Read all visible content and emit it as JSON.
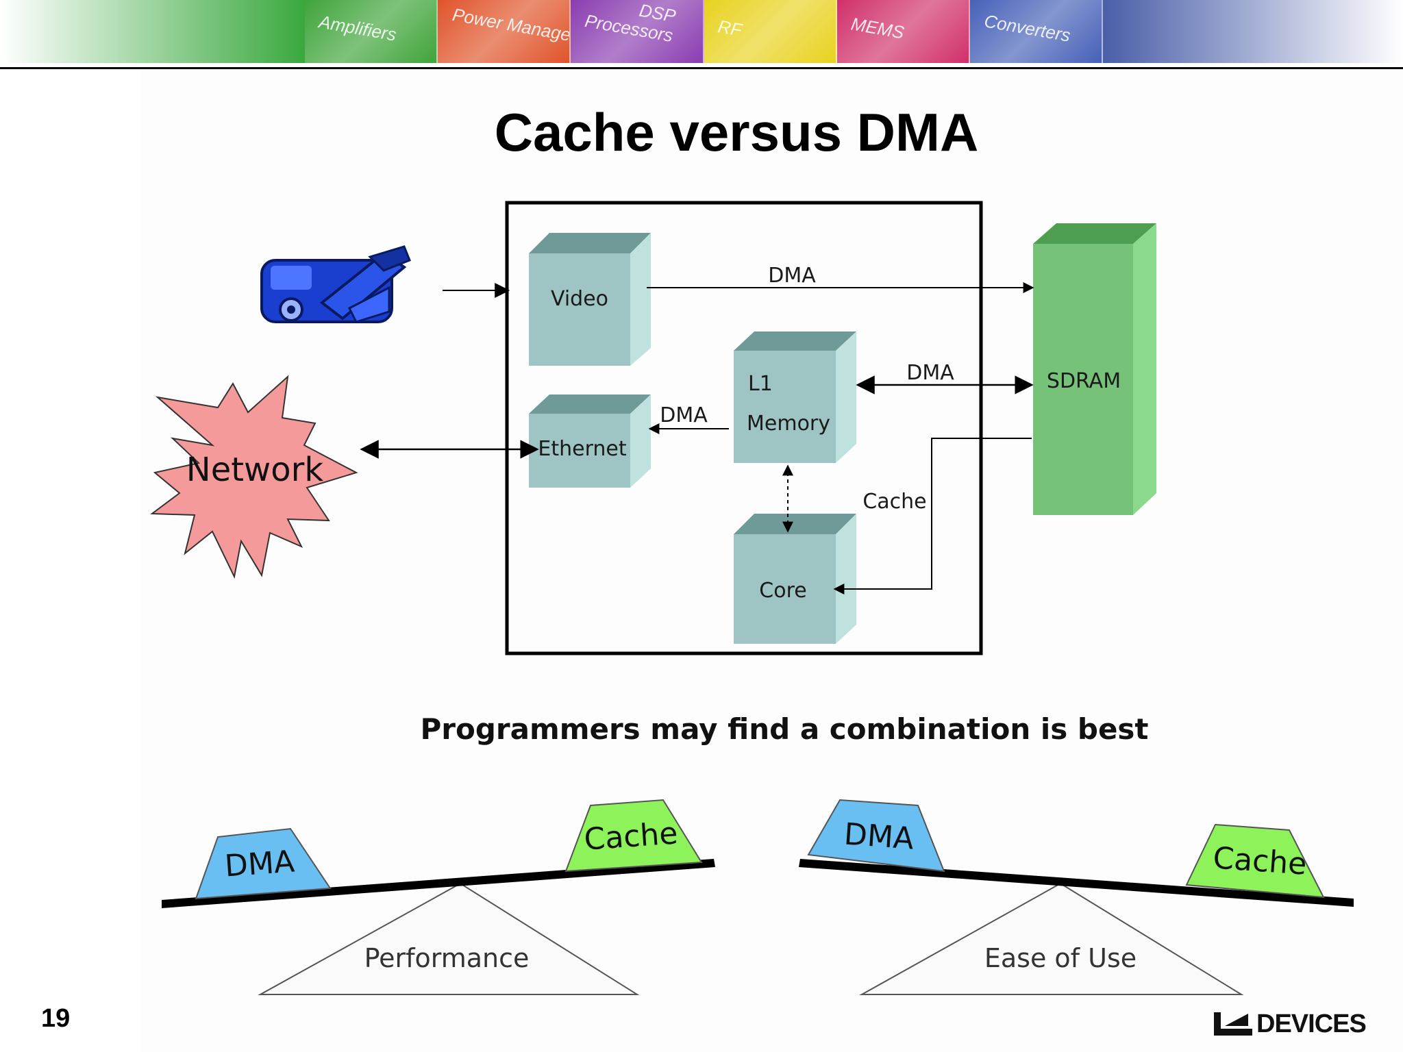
{
  "banner": {
    "tiles": [
      {
        "label": "Amplifiers",
        "color": "#3fa43a"
      },
      {
        "label": "Power Management",
        "color": "#e0542a"
      },
      {
        "label": "Processors",
        "color": "#8a3db0"
      },
      {
        "label": "DSP",
        "color": "#8a3db0"
      },
      {
        "label": "RF",
        "color": "#e8d21f"
      },
      {
        "label": "MEMS",
        "color": "#d0306a"
      },
      {
        "label": "Converters",
        "color": "#4661b8"
      }
    ]
  },
  "slide": {
    "title": "Cache versus DMA",
    "page_number": "19",
    "logo_text": "DEVICES"
  },
  "diagram": {
    "network_label": "Network",
    "blocks": {
      "video": "Video",
      "ethernet": "Ethernet",
      "l1_line1": "L1",
      "l1_line2": "Memory",
      "core": "Core",
      "sdram": "SDRAM"
    },
    "arrows": {
      "video_sdram": "DMA",
      "l1_sdram": "DMA",
      "l1_ethernet": "DMA",
      "sdram_core": "Cache"
    },
    "colors": {
      "block_front": "#9ec5c3",
      "block_top": "#6f9a98",
      "block_side": "#bfe2df",
      "sdram_front": "#76c278",
      "sdram_top": "#4e9e52",
      "sdram_side": "#8ad98c",
      "network_fill": "#f59a9a"
    }
  },
  "tagline": "Programmers may find a combination is best",
  "balances": [
    {
      "left_weight": "DMA",
      "right_weight": "Cache",
      "fulcrum_label": "Performance"
    },
    {
      "left_weight": "DMA",
      "right_weight": "Cache",
      "fulcrum_label": "Ease of Use"
    }
  ],
  "weight_colors": {
    "dma": "#69bff2",
    "cache": "#8ef25a"
  }
}
